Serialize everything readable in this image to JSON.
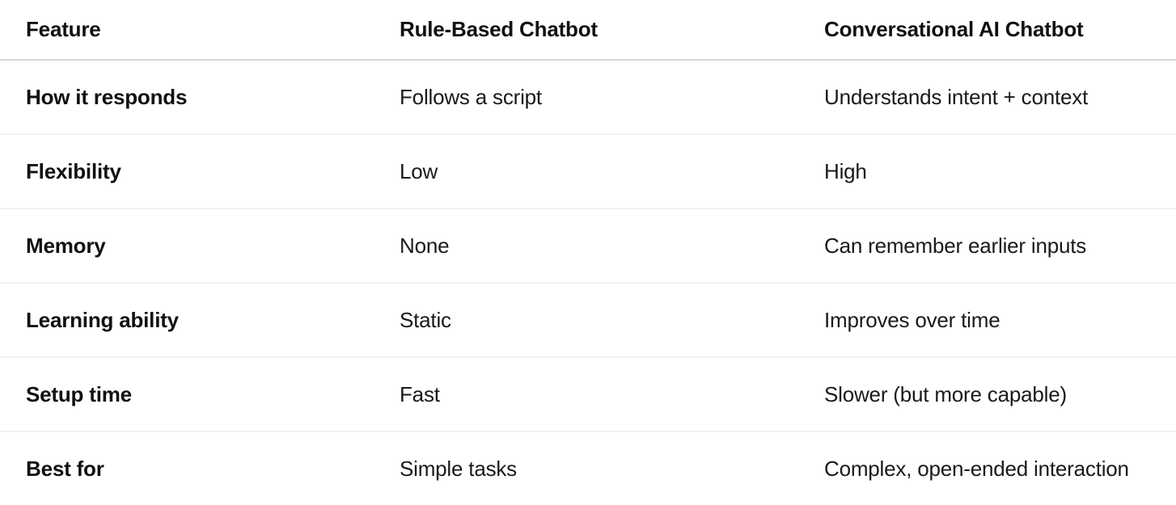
{
  "table": {
    "columns": [
      {
        "key": "feature",
        "label": "Feature",
        "bold": true
      },
      {
        "key": "rule_based",
        "label": "Rule-Based Chatbot",
        "bold": true
      },
      {
        "key": "conversational_ai",
        "label": "Conversational AI Chatbot",
        "bold": true
      }
    ],
    "rows": [
      {
        "feature": "How it responds",
        "rule_based": "Follows a script",
        "conversational_ai": "Understands intent + context"
      },
      {
        "feature": "Flexibility",
        "rule_based": "Low",
        "conversational_ai": "High"
      },
      {
        "feature": "Memory",
        "rule_based": "None",
        "conversational_ai": "Can remember earlier inputs"
      },
      {
        "feature": "Learning ability",
        "rule_based": "Static",
        "conversational_ai": "Improves over time"
      },
      {
        "feature": "Setup time",
        "rule_based": "Fast",
        "conversational_ai": "Slower (but more capable)"
      },
      {
        "feature": "Best for",
        "rule_based": "Simple tasks",
        "conversational_ai": "Complex, open-ended interaction"
      }
    ]
  },
  "colors": {
    "background": "#ffffff",
    "text": "#111111",
    "body_text": "#1a1a1a",
    "header_rule": "#d9d9d9",
    "row_rule": "#f1f1f1"
  }
}
